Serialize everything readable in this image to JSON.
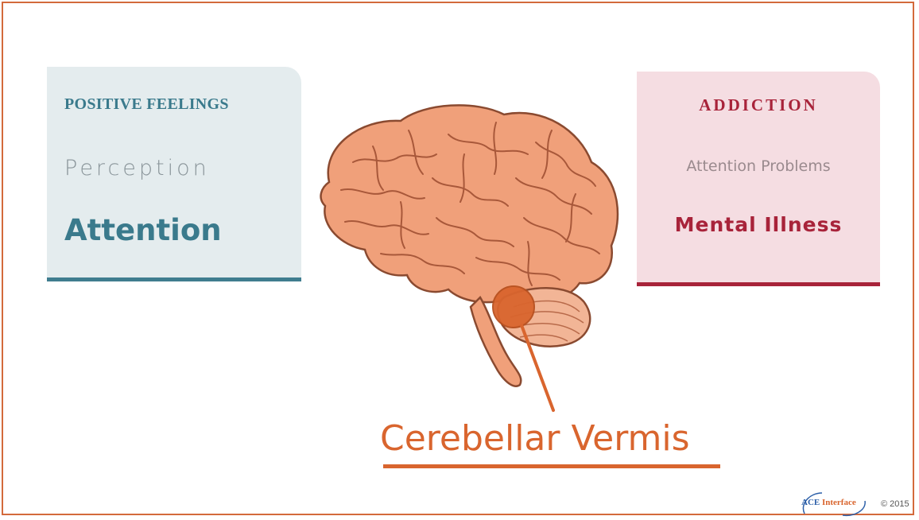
{
  "left_card": {
    "heading": "POSITIVE FEELINGS",
    "sub": "Perception",
    "main": "Attention",
    "background": "#e4ecee",
    "accent": "#3f7d8f"
  },
  "right_card": {
    "heading": "ADDICTION",
    "sub": "Attention Problems",
    "main": "Mental Illness",
    "background": "#f5dde2",
    "accent": "#a8233a"
  },
  "diagram": {
    "region_label": "Cerebellar Vermis",
    "region_color": "#d9652e",
    "brain_color": "#f0a07a"
  },
  "footer": {
    "brand_prefix": "ACE",
    "brand_name": "Interface",
    "copyright": "© 2015"
  }
}
